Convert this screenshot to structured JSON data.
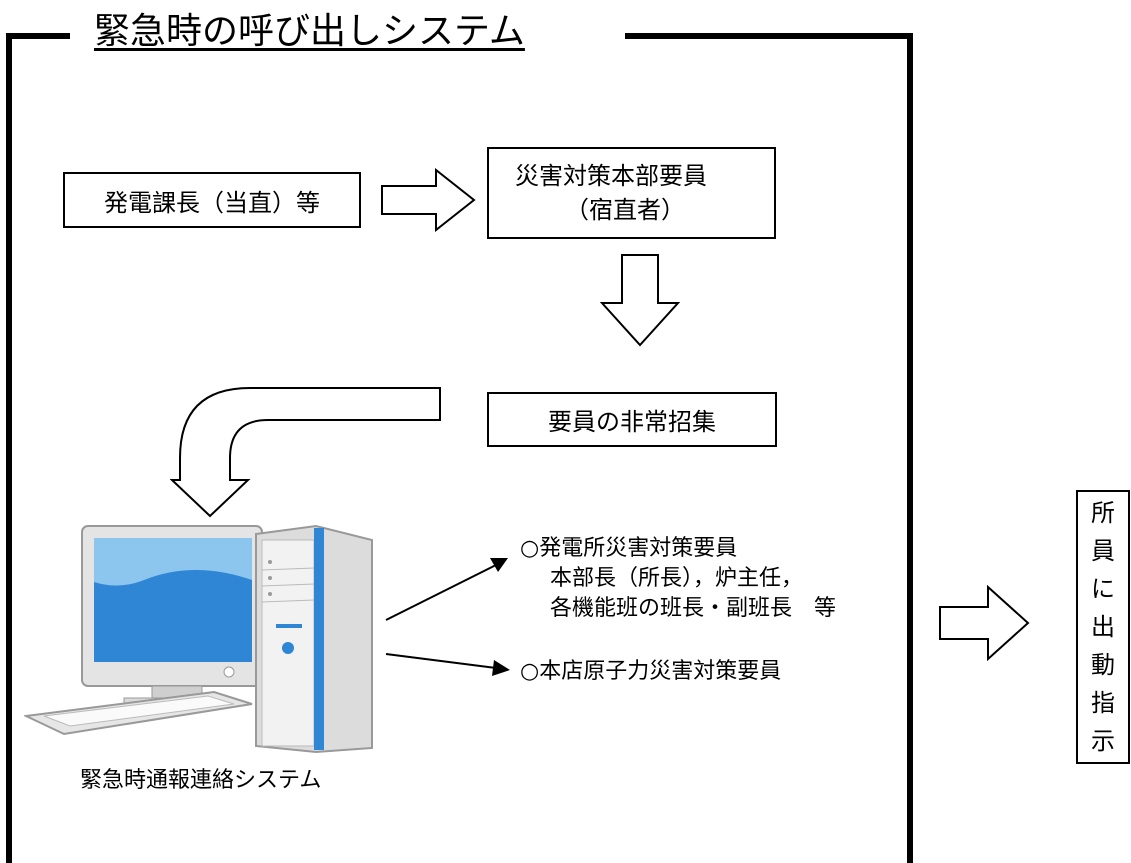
{
  "title": "緊急時の呼び出しシステム",
  "boxes": {
    "manager": "発電課長（当直）等",
    "hq_line1": "災害対策本部要員",
    "hq_line2": "（宿直者）",
    "emergency_call": "要員の非常招集"
  },
  "computer_label": "緊急時通報連絡システム",
  "recipients": {
    "plant_heading": "○発電所災害対策要員",
    "plant_line2": "本部長（所長），炉主任，",
    "plant_line3": "各機能班の班長・副班長　等",
    "head_office": "○本店原子力災害対策要員"
  },
  "instruction_vertical": [
    "所",
    "員",
    "に",
    "出",
    "動",
    "指",
    "示"
  ]
}
